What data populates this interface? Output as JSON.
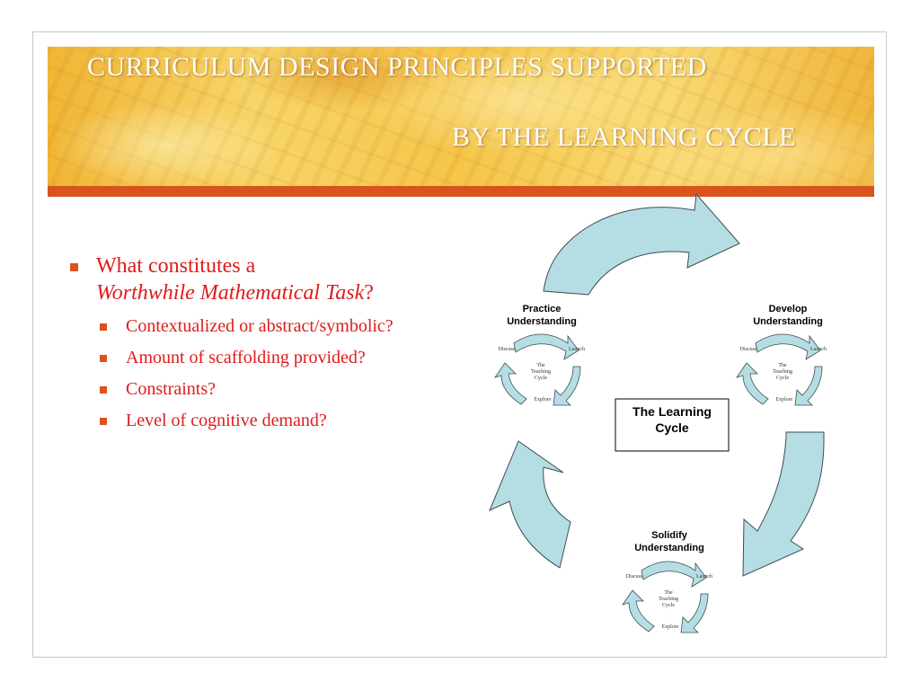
{
  "title": {
    "line1": "CURRICULUM DESIGN PRINCIPLES SUPPORTED",
    "line2": "BY THE LEARNING CYCLE"
  },
  "bullets": {
    "main_prefix": "What constitutes a",
    "main_italic": "Worthwhile Mathematical Task",
    "main_suffix": "?",
    "sub": [
      "Contextualized or abstract/symbolic?",
      "Amount of scaffolding provided?",
      "Constraints?",
      "Level of cognitive demand?"
    ]
  },
  "diagram": {
    "center_label": [
      "The Learning",
      "Cycle"
    ],
    "stages": [
      {
        "title": [
          "Practice",
          "Understanding"
        ]
      },
      {
        "title": [
          "Develop",
          "Understanding"
        ]
      },
      {
        "title": [
          "Solidify",
          "Understanding"
        ]
      }
    ],
    "teaching_cycle": {
      "discuss": "Discuss",
      "launch": "Launch",
      "explore": "Explore",
      "center": [
        "The",
        "Teaching",
        "Cycle"
      ]
    }
  },
  "colors": {
    "arrow_fill": "#b5dde4",
    "arrow_stroke": "#3b4f52",
    "accent": "#d9531e",
    "bullet_text": "#e01b1b"
  }
}
